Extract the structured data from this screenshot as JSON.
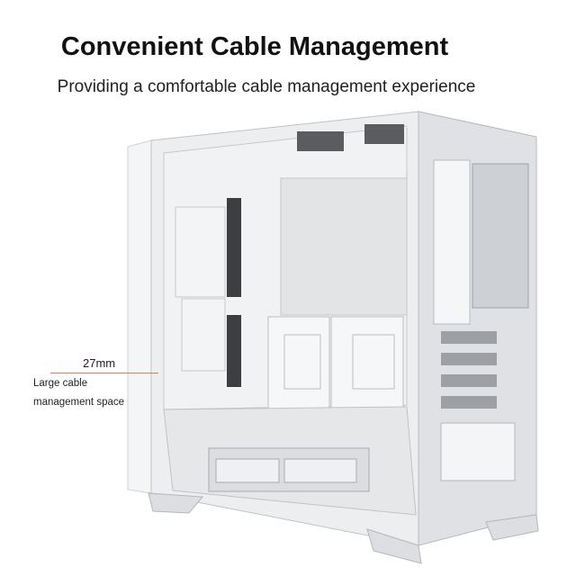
{
  "heading": {
    "title": "Convenient Cable Management",
    "subtitle": "Providing a comfortable cable management experience"
  },
  "annotation": {
    "measurement": "27mm",
    "label_line1": "Large cable",
    "label_line2": "management space"
  },
  "colors": {
    "case_body": "#e9eaec",
    "case_shadow": "#c9cbcf",
    "cable_space_highlight": "#d9a08a",
    "leader_line": "#c08878"
  }
}
